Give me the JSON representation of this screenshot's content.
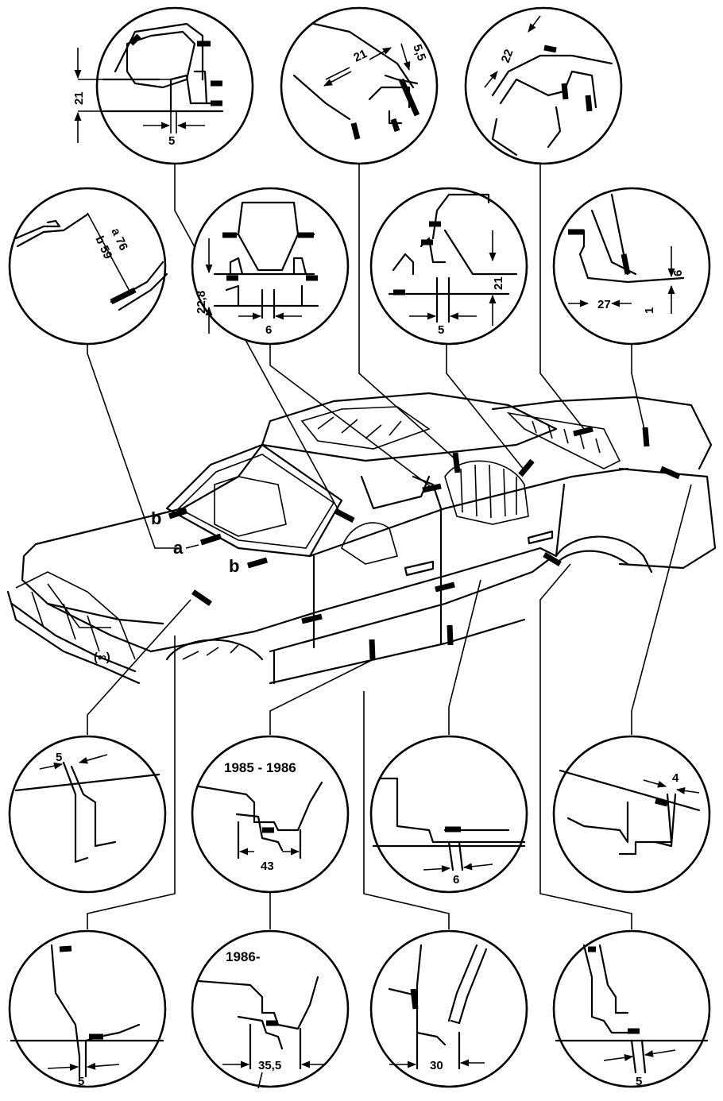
{
  "diagram": {
    "colors": {
      "ink": "#000000",
      "paper": "#ffffff"
    },
    "markers": {
      "a": "a",
      "b": "b"
    },
    "details": {
      "top_1": {
        "dims": [
          "21",
          "5"
        ]
      },
      "top_2": {
        "dims": [
          "21",
          "5,5"
        ]
      },
      "top_3": {
        "dims": [
          "22"
        ]
      },
      "mid_1": {
        "dims": [
          "a 76",
          "b 59"
        ]
      },
      "mid_2": {
        "dims": [
          "22,8",
          "6"
        ]
      },
      "mid_3": {
        "dims": [
          "21",
          "5"
        ]
      },
      "mid_4": {
        "dims": [
          "6",
          "27",
          "1"
        ]
      },
      "bot1_1": {
        "dims": [
          "5"
        ]
      },
      "bot1_2": {
        "year": "1985 - 1986",
        "dims": [
          "43"
        ]
      },
      "bot1_3": {
        "dims": [
          "6"
        ]
      },
      "bot1_4": {
        "dims": [
          "4"
        ]
      },
      "bot2_1": {
        "dims": [
          "5"
        ]
      },
      "bot2_2": {
        "year": "1986-",
        "dims": [
          "35,5"
        ]
      },
      "bot2_3": {
        "dims": [
          "30"
        ]
      },
      "bot2_4": {
        "dims": [
          "5"
        ]
      }
    }
  }
}
